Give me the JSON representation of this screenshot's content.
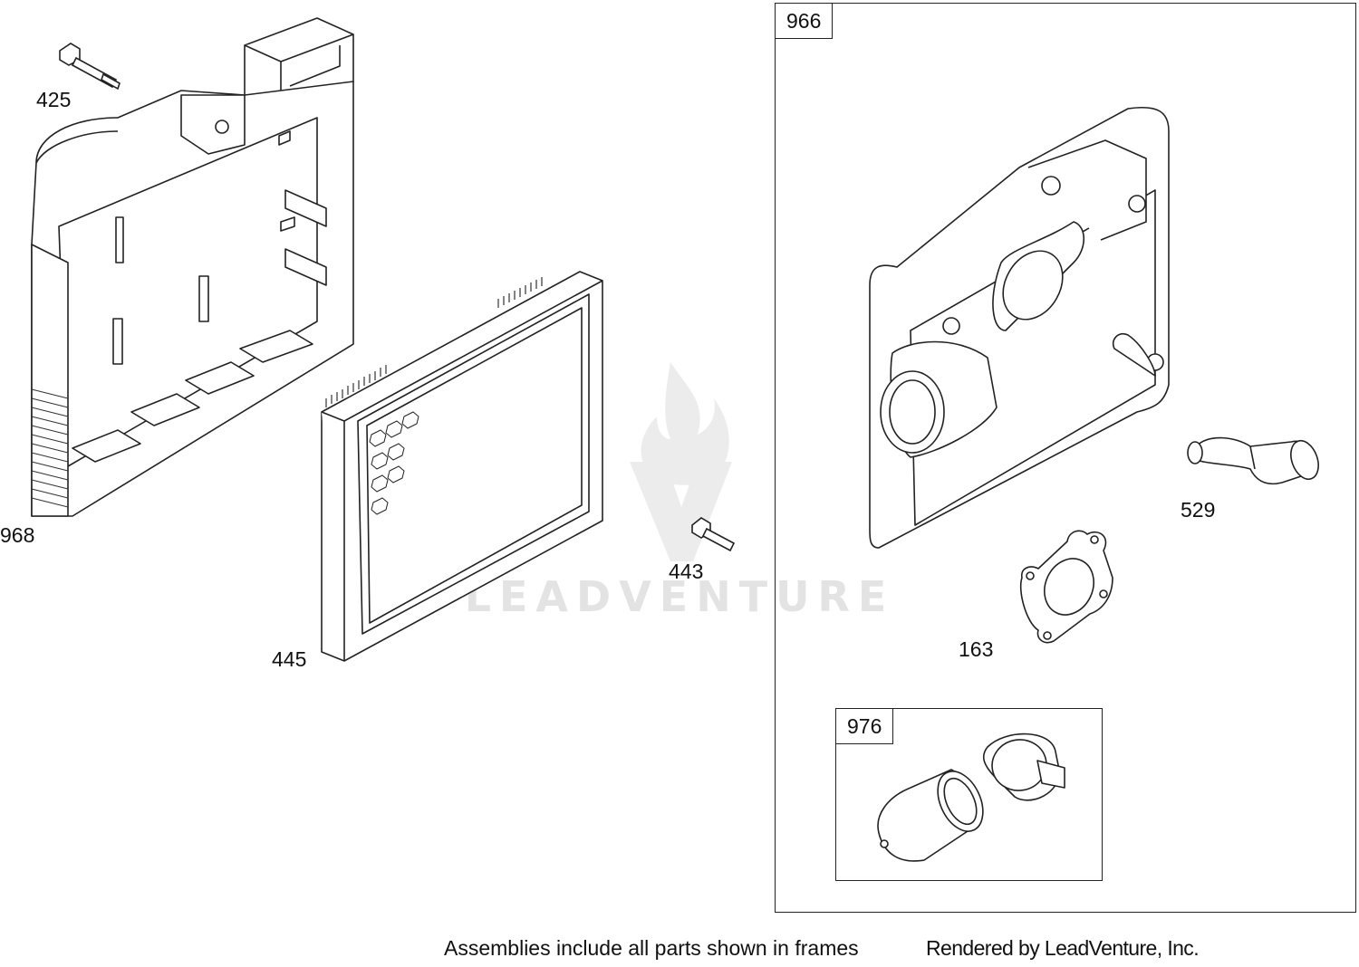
{
  "diagram": {
    "callouts": {
      "p425": "425",
      "p968": "968",
      "p445": "445",
      "p443": "443",
      "p529": "529",
      "p163": "163"
    },
    "frames": {
      "outer": "966",
      "inner": "976"
    },
    "watermark": "LEADVENTURE",
    "footer": {
      "note": "Assemblies include all parts shown in frames",
      "credit": "Rendered by LeadVenture, Inc."
    }
  }
}
